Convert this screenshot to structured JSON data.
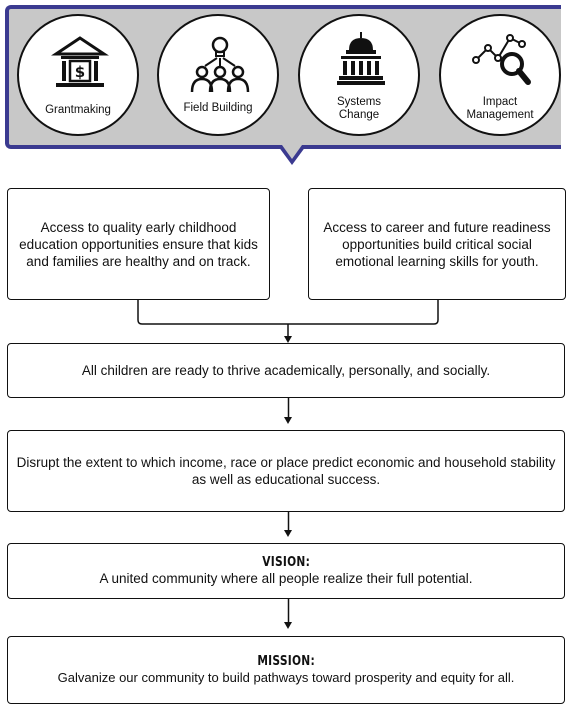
{
  "approaches": [
    {
      "label": "Grantmaking",
      "icon": "bank-dollar-icon"
    },
    {
      "label": "Field Building",
      "icon": "lightbulb-people-icon"
    },
    {
      "label": "Systems\nChange",
      "icon": "capitol-building-icon"
    },
    {
      "label": "Impact\nManagement",
      "icon": "chart-magnifier-icon"
    }
  ],
  "outcomes": {
    "early_childhood": "Access to quality early childhood education opportunities ensure that kids and families are healthy and on track.",
    "career_readiness": "Access to career and future readiness opportunities build critical social emotional learning skills for youth."
  },
  "goal": "All children are ready to thrive academically, personally, and socially.",
  "disrupt": "Disrupt the extent to which income, race or place predict economic and household stability as well as educational success.",
  "vision": {
    "heading": "VISION:",
    "text": "A united community where all people realize their full potential."
  },
  "mission": {
    "heading": "MISSION:",
    "text": "Galvanize our community to build pathways toward prosperity and equity for all."
  },
  "colors": {
    "banner_border": "#3b3a90",
    "banner_fill": "#c8c8c8"
  }
}
